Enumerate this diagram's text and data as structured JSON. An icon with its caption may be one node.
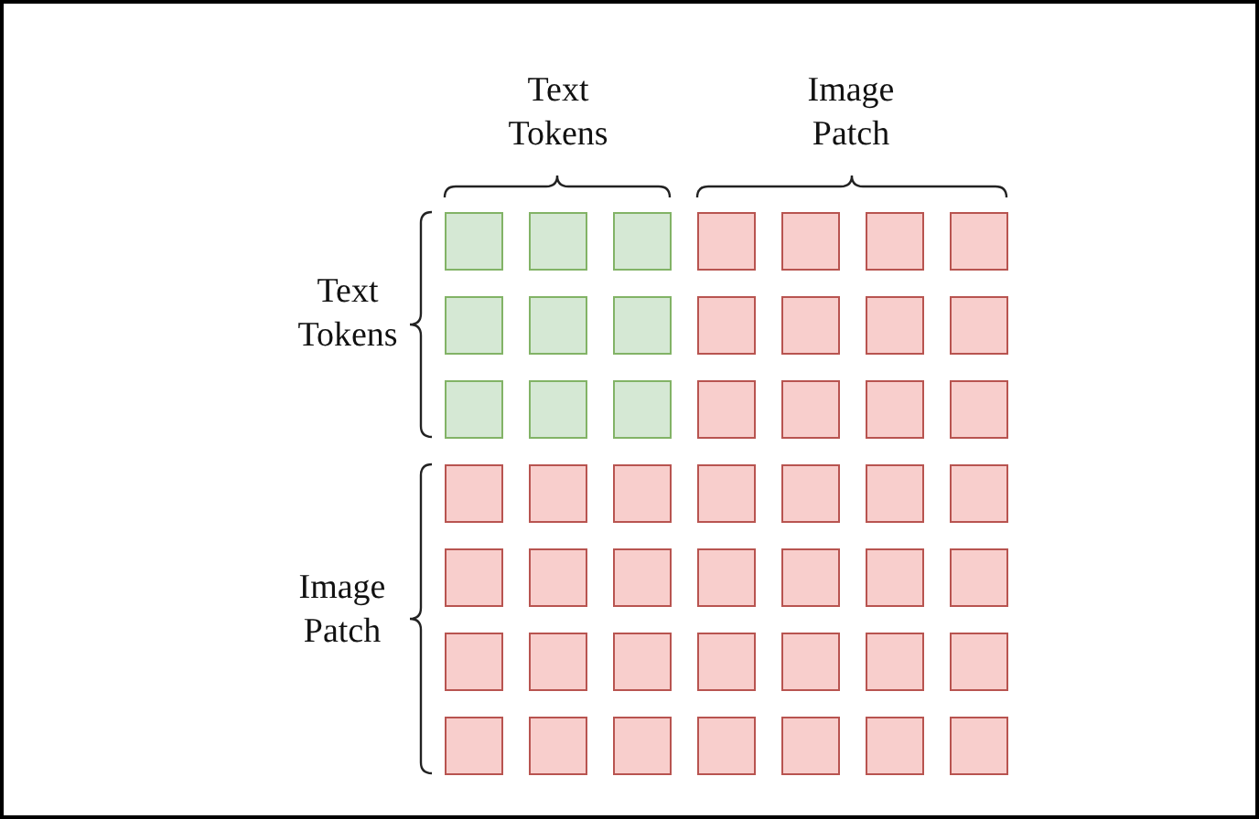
{
  "diagram": {
    "labels": [
      "Text Tokens",
      "Image Patch",
      "Text Tokens",
      "Image Patch"
    ]
  }
}
